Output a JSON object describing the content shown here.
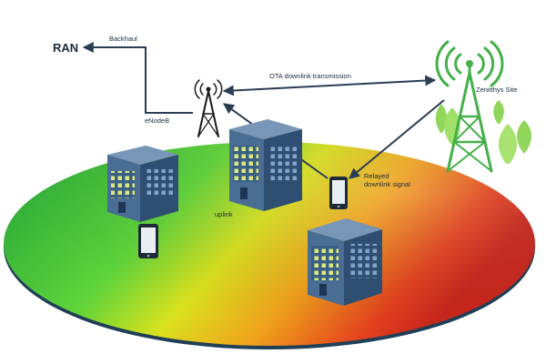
{
  "labels": {
    "ran": "RAN",
    "backhaul": "Backhaul",
    "enodeb": "eNodeB",
    "ota": "OTA downlink transmission",
    "site": "Zenitthys Site",
    "relayed_line1": "Relayed",
    "relayed_line2": "downlink signal",
    "uplink": "uplink"
  },
  "colors": {
    "ground_green": "#3cc23a",
    "ground_yellow": "#e6e01c",
    "ground_orange": "#f08a1c",
    "ground_red": "#e0301e",
    "building_main": "#3a5f86",
    "building_light": "#7896b8",
    "tower_green": "#44b049",
    "tree_green": "#8fd65a",
    "line_navy": "#2a3d55"
  },
  "icons": [
    "tower-icon",
    "antenna-icon",
    "phone-icon",
    "building-icon",
    "tree-icon",
    "arrow-icon"
  ]
}
